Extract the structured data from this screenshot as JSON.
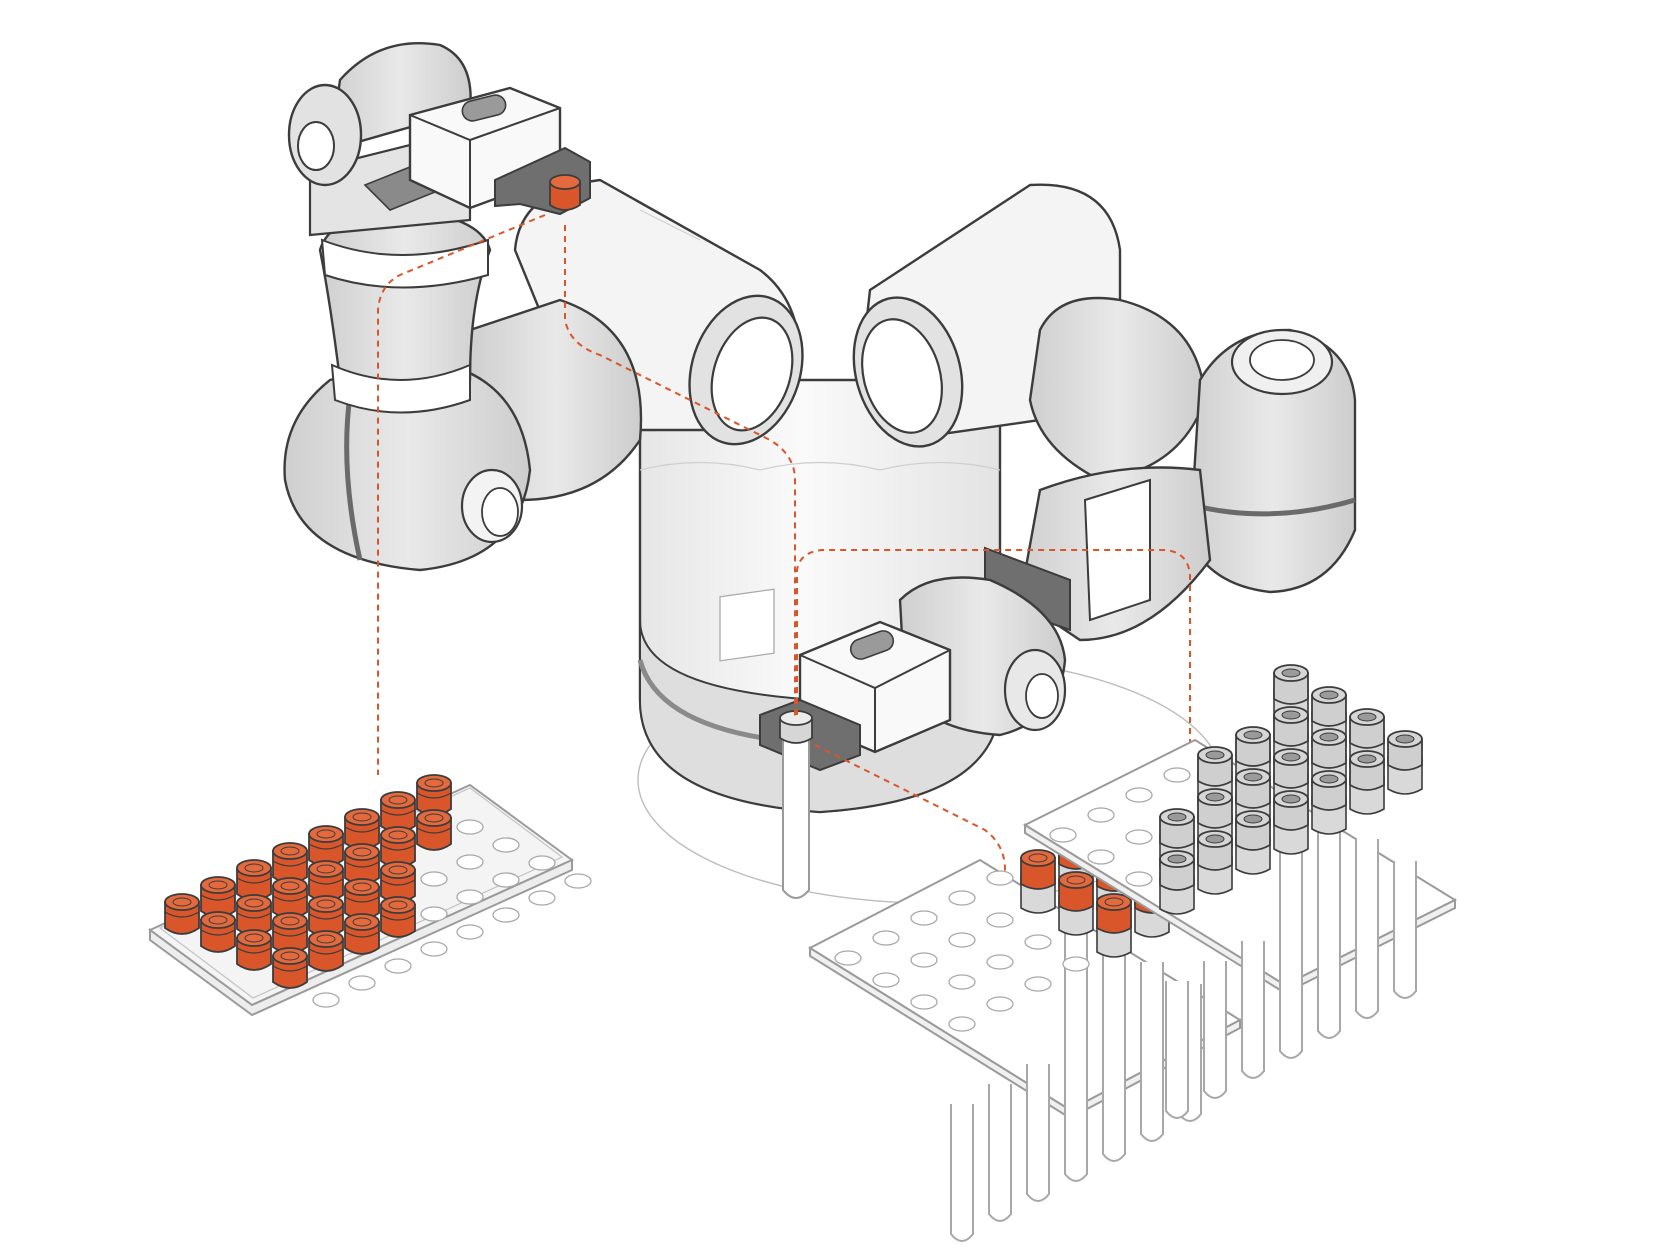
{
  "colors": {
    "background": "#ffffff",
    "outline": "#3c3c3c",
    "robot_light": "#f7f7f7",
    "robot_mid": "#dddddd",
    "robot_dark": "#7a7a7a",
    "accent_cap": "#d9562b",
    "accent_cap_dark": "#b8421c",
    "path_line": "#d9562b",
    "tray": "#f4f4f4",
    "tray_outline": "#9a9a9a",
    "grey_cap": "#d6d6d6",
    "tube_glass": "#ffffff"
  },
  "icons": {
    "robot": "dual-arm-collaborative-robot",
    "gripper": "parallel-gripper",
    "cap": "vial-cap",
    "tube": "test-tube",
    "rack": "tube-rack",
    "tray": "cap-tray"
  },
  "scene": {
    "left_tray_cap_count": 24,
    "left_tray_empty_slot_count": 16,
    "center_rack_capped_tube_count": 7,
    "right_rack_capped_tube_count": 18
  }
}
